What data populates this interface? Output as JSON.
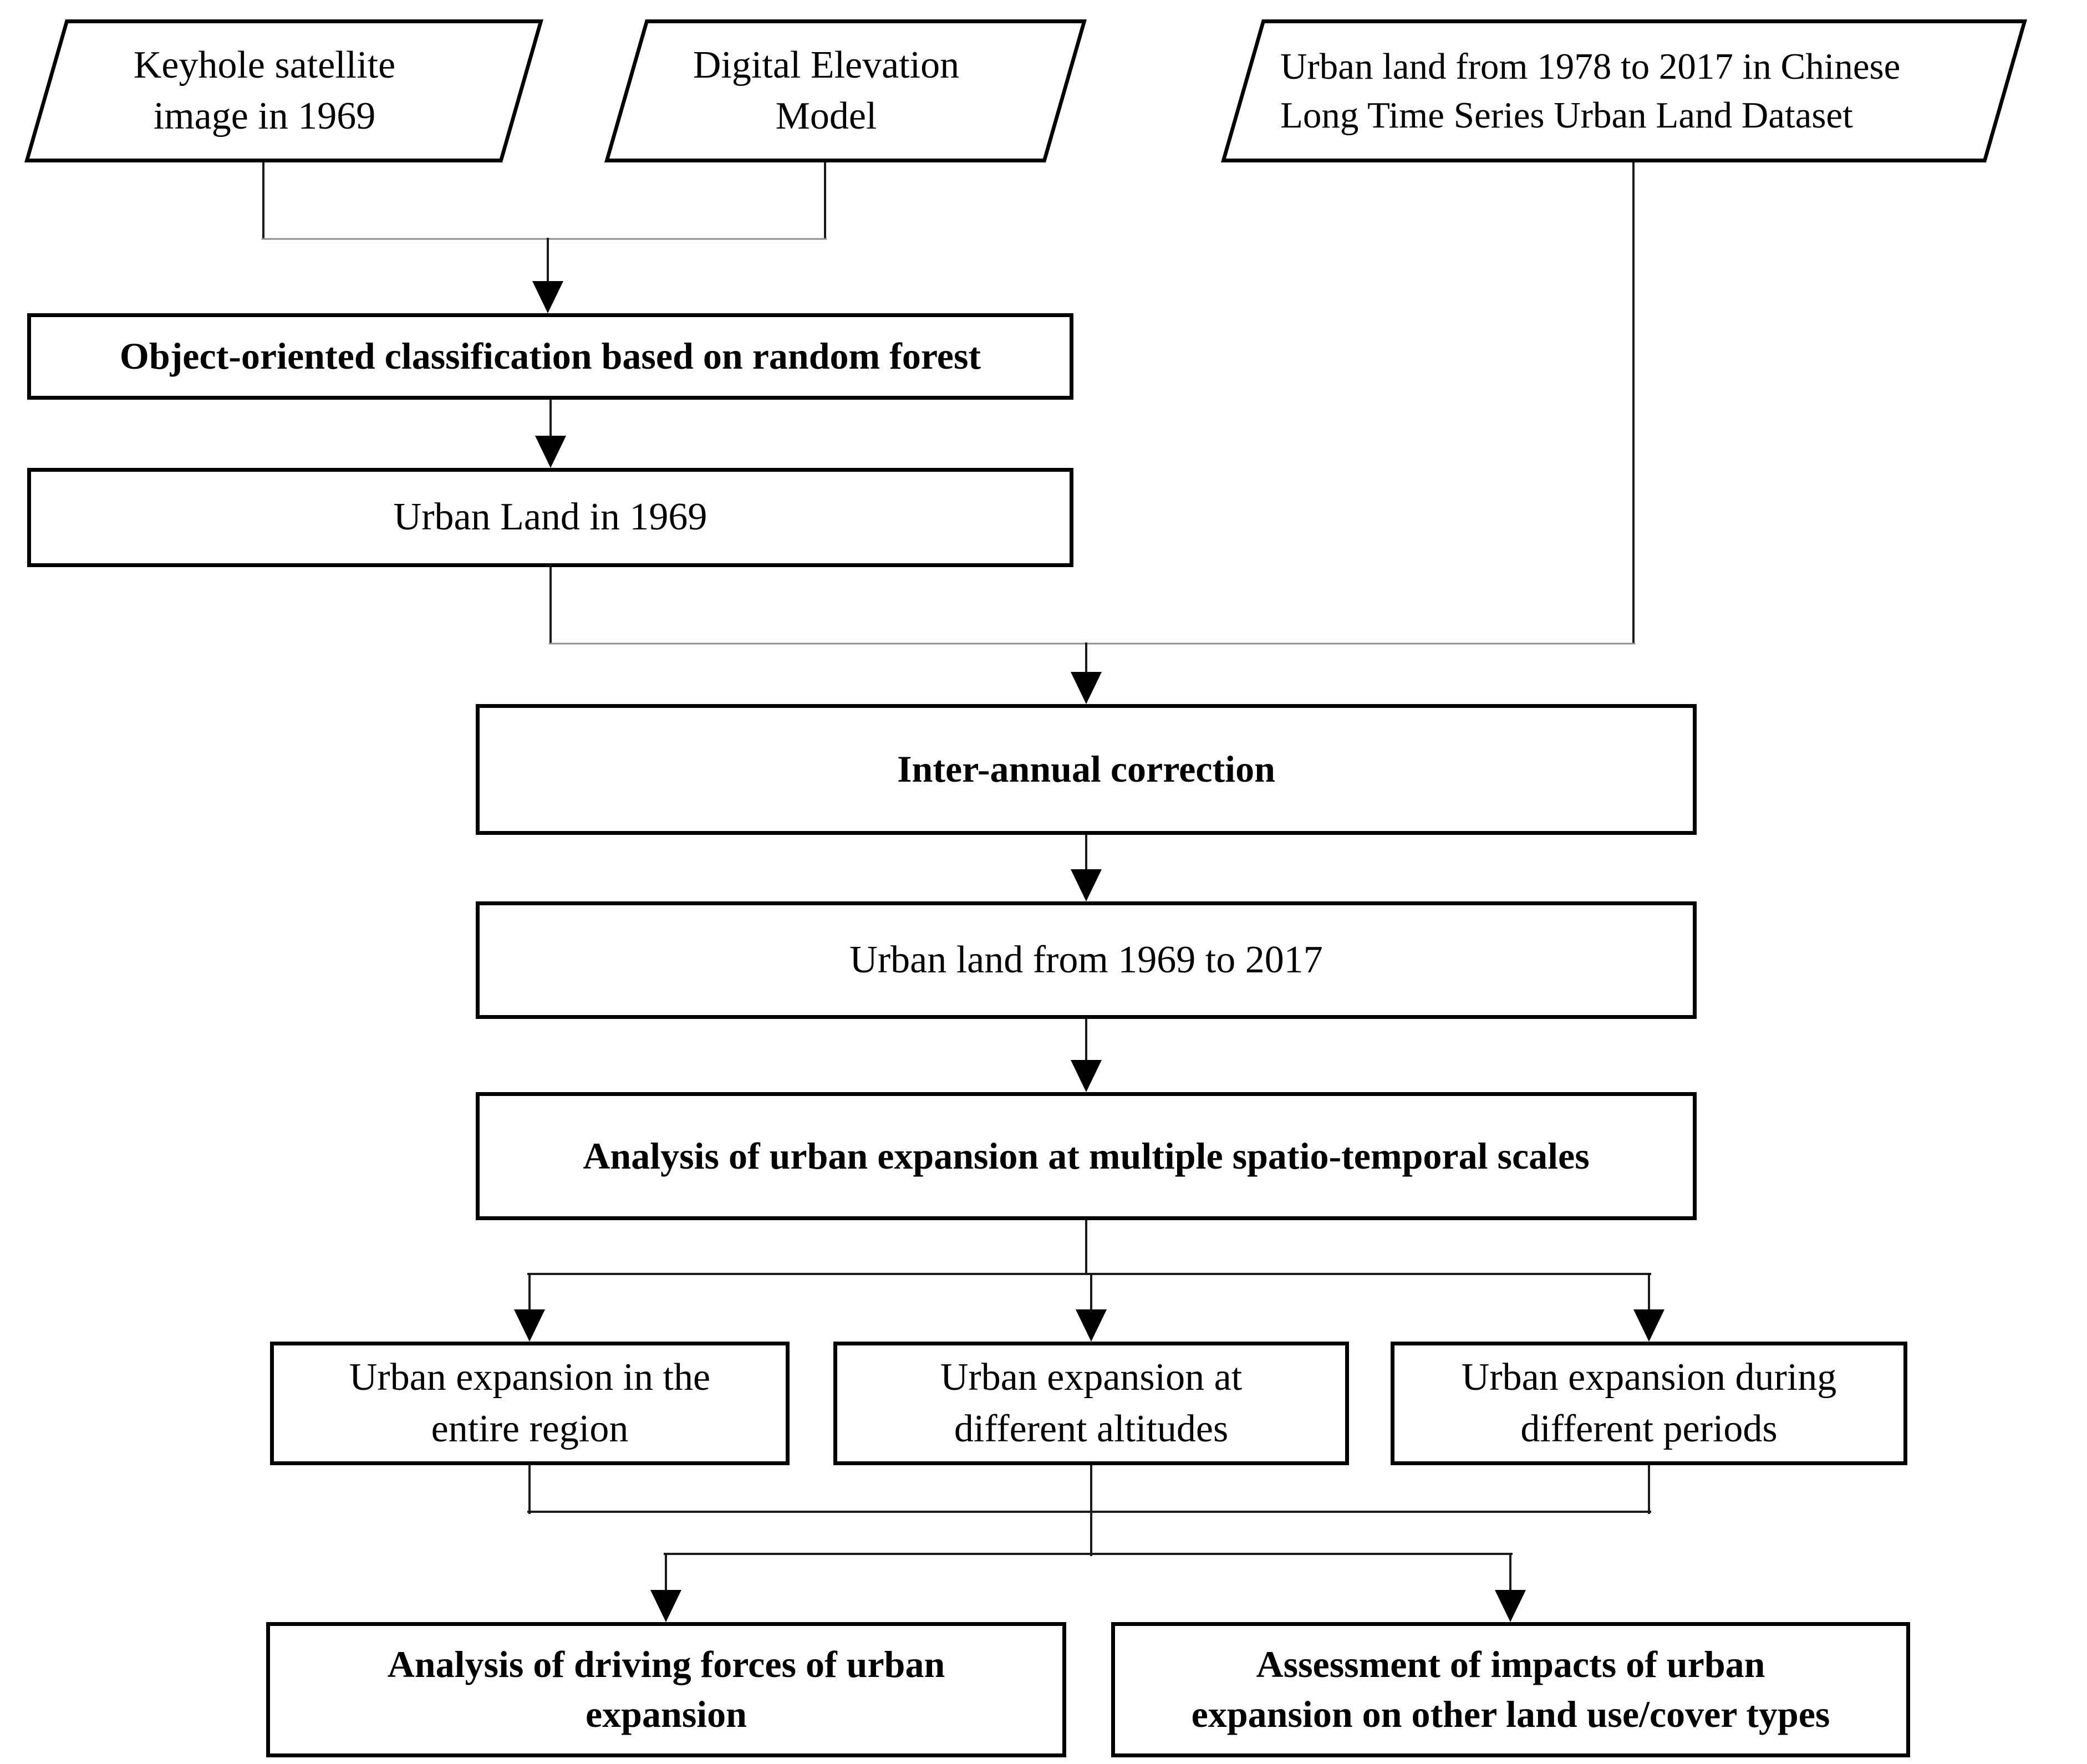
{
  "colors": {
    "ink": "#000000",
    "background": "#ffffff",
    "connector": "#1a1a1a",
    "connector_light": "#8f8f8f"
  },
  "nodes": {
    "keyhole_image": {
      "label": "Keyhole satellite\nimage in 1969",
      "shape": "parallelogram",
      "emphasis": "regular"
    },
    "dem": {
      "label": "Digital Elevation\nModel",
      "shape": "parallelogram",
      "emphasis": "regular"
    },
    "clsd_dataset": {
      "label": "Urban land from 1978 to 2017 in Chinese\nLong Time Series Urban Land Dataset",
      "shape": "parallelogram",
      "emphasis": "regular"
    },
    "classification": {
      "label": "Object-oriented classification based on random forest",
      "shape": "process",
      "emphasis": "bold"
    },
    "urban_land_1969": {
      "label": "Urban Land in 1969",
      "shape": "process",
      "emphasis": "regular"
    },
    "inter_annual_correction": {
      "label": "Inter-annual correction",
      "shape": "process",
      "emphasis": "bold"
    },
    "urban_land_1969_2017": {
      "label": "Urban land from 1969 to 2017",
      "shape": "process",
      "emphasis": "regular"
    },
    "multi_scale_analysis": {
      "label": "Analysis of urban expansion at multiple spatio-temporal scales",
      "shape": "process",
      "emphasis": "bold"
    },
    "expansion_entire_region": {
      "label": "Urban expansion in the\nentire region",
      "shape": "process",
      "emphasis": "regular"
    },
    "expansion_different_altitudes": {
      "label": "Urban expansion at\ndifferent altitudes",
      "shape": "process",
      "emphasis": "regular"
    },
    "expansion_different_periods": {
      "label": "Urban expansion during\ndifferent periods",
      "shape": "process",
      "emphasis": "regular"
    },
    "driving_forces_analysis": {
      "label": "Analysis of driving forces of urban\nexpansion",
      "shape": "process",
      "emphasis": "bold"
    },
    "impacts_assessment": {
      "label": "Assessment of impacts of urban\nexpansion on other land use/cover types",
      "shape": "process",
      "emphasis": "bold"
    }
  },
  "edges": [
    {
      "from": "keyhole_image",
      "to": "classification"
    },
    {
      "from": "dem",
      "to": "classification"
    },
    {
      "from": "classification",
      "to": "urban_land_1969"
    },
    {
      "from": "urban_land_1969",
      "to": "inter_annual_correction"
    },
    {
      "from": "clsd_dataset",
      "to": "inter_annual_correction"
    },
    {
      "from": "inter_annual_correction",
      "to": "urban_land_1969_2017"
    },
    {
      "from": "urban_land_1969_2017",
      "to": "multi_scale_analysis"
    },
    {
      "from": "multi_scale_analysis",
      "to": "expansion_entire_region"
    },
    {
      "from": "multi_scale_analysis",
      "to": "expansion_different_altitudes"
    },
    {
      "from": "multi_scale_analysis",
      "to": "expansion_different_periods"
    },
    {
      "from": "expansion_entire_region",
      "to": "driving_forces_analysis"
    },
    {
      "from": "expansion_entire_region",
      "to": "impacts_assessment"
    },
    {
      "from": "expansion_different_altitudes",
      "to": "driving_forces_analysis"
    },
    {
      "from": "expansion_different_altitudes",
      "to": "impacts_assessment"
    },
    {
      "from": "expansion_different_periods",
      "to": "driving_forces_analysis"
    },
    {
      "from": "expansion_different_periods",
      "to": "impacts_assessment"
    }
  ]
}
